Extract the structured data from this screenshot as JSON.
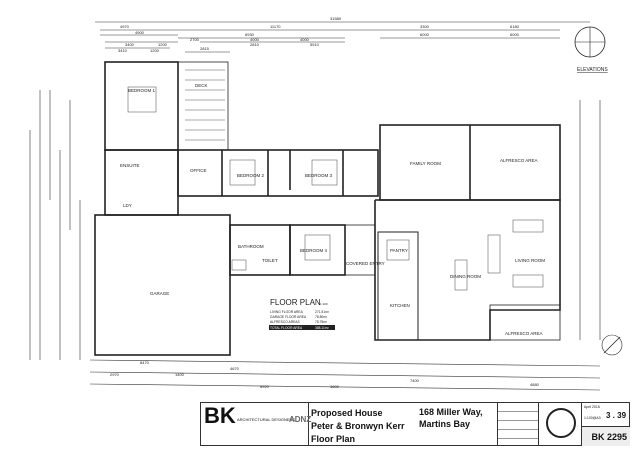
{
  "drawing": {
    "overall_dimension": "31580",
    "top_dimensions": [
      "4970",
      "11170",
      "3300",
      "6180",
      "4900",
      "6930",
      "2700",
      "4000",
      "4000",
      "6000",
      "6000",
      "3400",
      "1200",
      "3410",
      "1200",
      "2815",
      "2810",
      "5510"
    ],
    "rooms": {
      "bedroom_1": "BEDROOM 1",
      "deck": "DECK",
      "ensuite": "ENSUITE",
      "office": "OFFICE",
      "bedroom_2": "BEDROOM 2",
      "bedroom_3": "BEDROOM 3",
      "family_room": "FAMILY ROOM",
      "alfresco_top": "ALFRESCO AREA",
      "ldy": "LDY",
      "bathroom": "BATHROOM",
      "toilet": "TOILET",
      "bedroom_4": "BEDROOM 4",
      "covered_entry": "COVERED ENTRY",
      "garage": "GARAGE",
      "pantry": "PANTRY",
      "kitchen": "KITCHEN",
      "dining_room": "DINING ROOM",
      "living_room": "LIVING ROOM",
      "alfresco_bottom": "ALFRESCO AREA"
    },
    "elevations_label": "ELEVATIONS",
    "floor_plan": {
      "title": "FLOOR PLAN",
      "scale": "1:100",
      "rows": [
        {
          "label": "LIVING FLOOR AREA",
          "value": "271.51m²"
        },
        {
          "label": "GARAGE FLOOR AREA",
          "value": "78.80m²"
        },
        {
          "label": "ALFRESCO AREAS",
          "value": "78.75m²"
        },
        {
          "label": "TOTAL FLOOR AREA",
          "value": "388.11m²"
        }
      ]
    },
    "bottom_dimensions": [
      "8470",
      "4670",
      "7400",
      "4880",
      "2970",
      "1400",
      "6920",
      "1800"
    ]
  },
  "title_block": {
    "company_initials": "BK",
    "company_name": "ARCHITECTURAL DESIGNERS",
    "adnz": "ADNZ",
    "project": "Proposed House",
    "client": "Peter & Bronwyn Kerr",
    "drawing_title": "Floor Plan",
    "address_line1": "168 Miller Way,",
    "address_line2": "Martins Bay",
    "date": "April 2016",
    "scale": "1:100@A3",
    "sheet": "3 . 39",
    "job_number": "BK 2295"
  }
}
